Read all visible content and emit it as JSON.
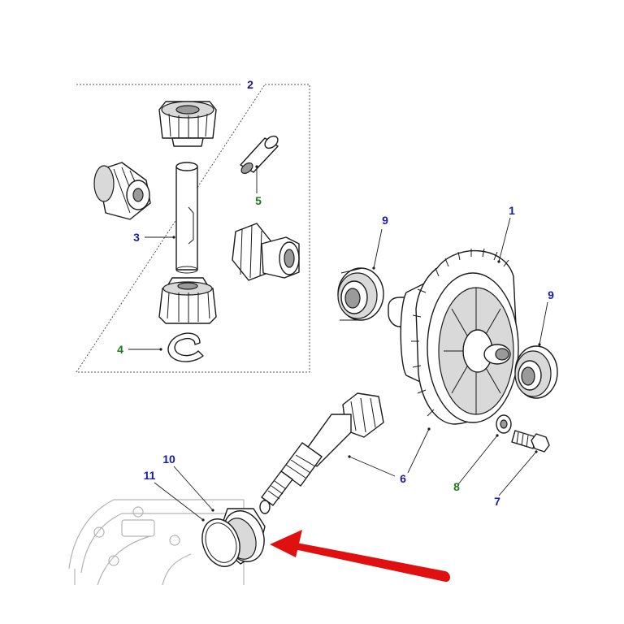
{
  "callouts": [
    {
      "id": "c1",
      "label": "1",
      "color": "#1a1aa8"
    },
    {
      "id": "c2",
      "label": "2",
      "color": "#1a1aa8"
    },
    {
      "id": "c3",
      "label": "3",
      "color": "#1a1aa8"
    },
    {
      "id": "c4",
      "label": "4",
      "color": "#1a7a1a"
    },
    {
      "id": "c5",
      "label": "5",
      "color": "#1a7a1a"
    },
    {
      "id": "c6",
      "label": "6",
      "color": "#1a1aa8"
    },
    {
      "id": "c7",
      "label": "7",
      "color": "#1a1aa8"
    },
    {
      "id": "c8",
      "label": "8",
      "color": "#1a7a1a"
    },
    {
      "id": "c9a",
      "label": "9",
      "color": "#1a1aa8"
    },
    {
      "id": "c9b",
      "label": "9",
      "color": "#1a1aa8"
    },
    {
      "id": "c10",
      "label": "10",
      "color": "#1a1aa8"
    },
    {
      "id": "c11",
      "label": "11",
      "color": "#1a1aa8"
    }
  ],
  "colors": {
    "callout_blue": "#1a1aa8",
    "callout_green": "#1a7a1a",
    "arrow_red": "#e01010",
    "line": "#1a1a1a"
  }
}
